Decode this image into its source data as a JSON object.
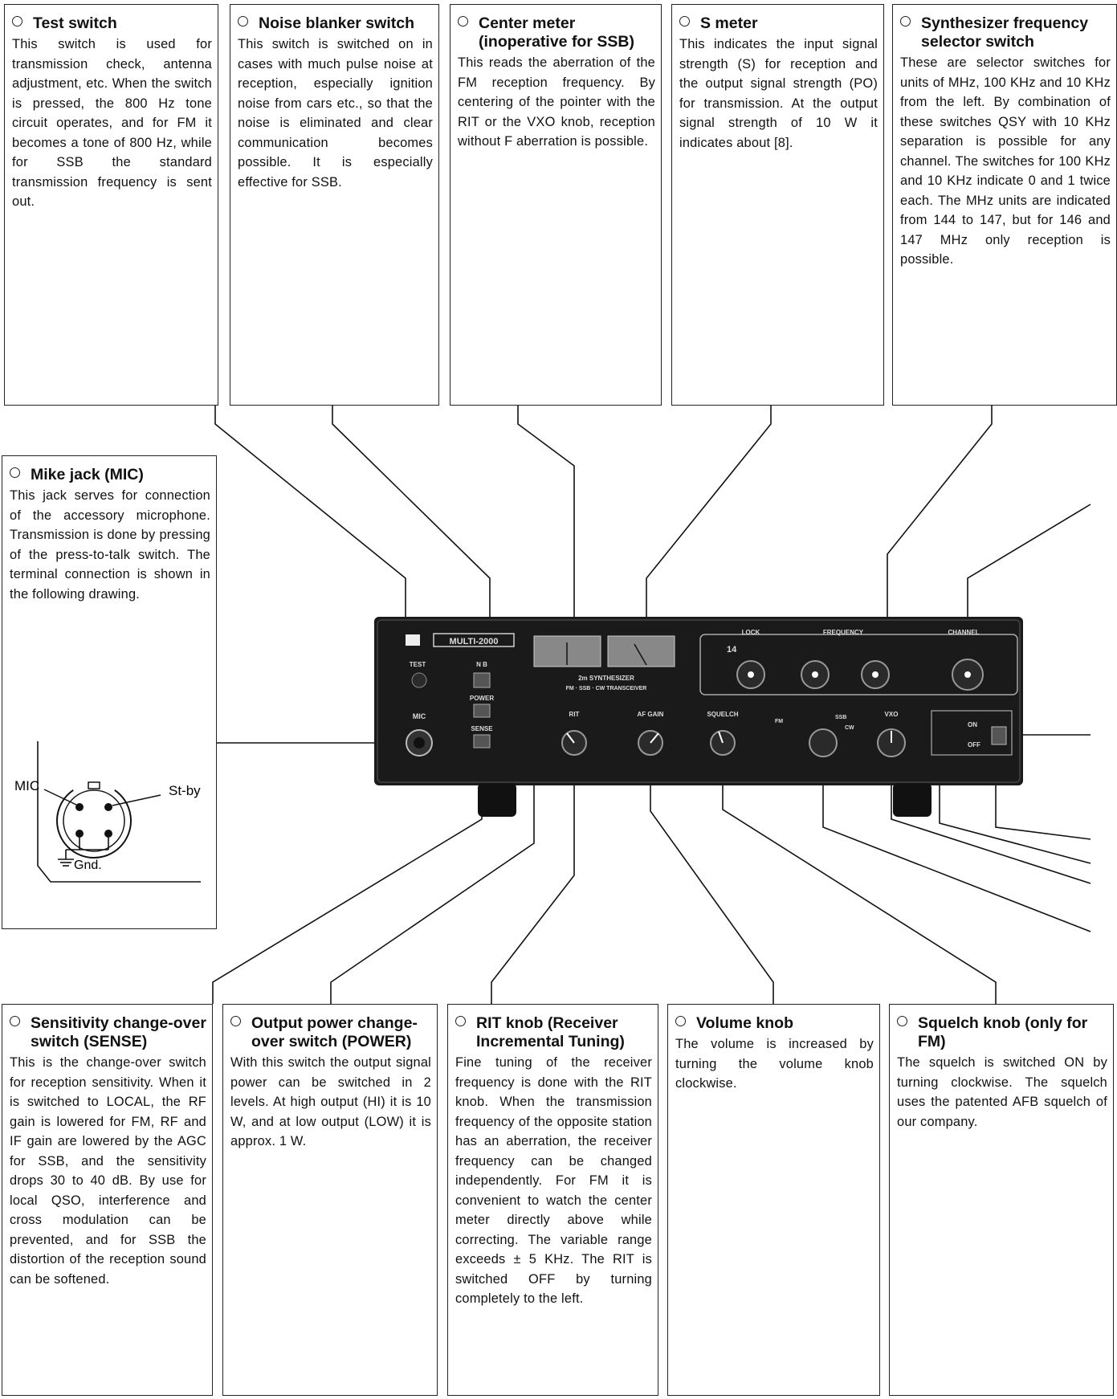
{
  "boxes": {
    "test": {
      "title": "Test switch",
      "body": "This switch is used for transmission check, antenna adjustment, etc. When the switch is pressed, the 800 Hz tone circuit operates, and for FM it becomes a tone of 800 Hz, while for SSB the standard transmission frequency is sent out."
    },
    "noise": {
      "title": "Noise blanker switch",
      "body": "This switch is switched on in cases with much pulse noise at reception, especially ignition noise from cars etc., so that the noise is eliminated and clear communication becomes possible. It is especially effective for SSB."
    },
    "center": {
      "title": "Center meter (inoperative for SSB)",
      "body": "This reads the aberration of the FM reception frequency. By centering of the pointer with the RIT or the VXO knob, reception without F aberration is possible."
    },
    "smeter": {
      "title": "S meter",
      "body": "This indicates the input signal strength (S) for reception and the output signal strength (PO) for transmission. At the output signal strength of 10 W it indicates about [8]."
    },
    "synth": {
      "title": "Synthesizer frequency selector switch",
      "body": "These are selector switches for units of MHz, 100 KHz and 10 KHz from the left. By combination of these switches QSY with 10 KHz separation is possible for any channel. The switches for 100 KHz and 10 KHz indicate 0 and 1 twice each. The MHz units are indicated from 144 to 147, but for 146 and 147 MHz only reception is possible."
    },
    "mic": {
      "title": "Mike jack (MIC)",
      "body": "This jack serves for connection of the accessory microphone. Transmission is done by pressing of the press-to-talk switch. The terminal connection is shown in the following drawing."
    },
    "sense": {
      "title": "Sensitivity change-over switch (SENSE)",
      "body": "This is the change-over switch for reception sensitivity. When it is switched to LOCAL, the RF gain is lowered for FM, RF and IF gain are lowered by the AGC for SSB, and the sensitivity drops 30 to 40 dB. By use for local QSO, interference and cross modulation can be prevented, and for SSB the distortion of the reception sound can be softened."
    },
    "power": {
      "title": "Output power change-over switch (POWER)",
      "body": "With this switch the output signal power can be switched in 2 levels. At high output (HI) it is 10 W, and at low output (LOW) it is approx. 1 W."
    },
    "rit": {
      "title": "RIT knob (Receiver Incremental Tuning)",
      "body": "Fine tuning of the receiver frequency is done with the RIT knob. When the transmission frequency of the opposite station has an aberration, the receiver frequency can be changed independently. For FM it is convenient to watch the center meter directly above while correcting. The variable range exceeds ± 5 KHz. The RIT is switched OFF by turning completely to the left."
    },
    "volume": {
      "title": "Volume knob",
      "body": "The volume is increased by turning the volume knob clockwise."
    },
    "squelch": {
      "title": "Squelch knob (only for FM)",
      "body": "The squelch is switched ON by turning clockwise. The squelch uses the patented AFB squelch of our company."
    }
  },
  "mic_diagram": {
    "mic": "MIC",
    "stby": "St-by",
    "gnd": "Gnd."
  },
  "panel": {
    "brand": "MULTI-2000",
    "test": "TEST",
    "nb": "N B",
    "power": "POWER",
    "sense": "SENSE",
    "mic": "MIC",
    "line1": "2m SYNTHESIZER",
    "line2": "FM · SSB · CW TRANSCEIVER",
    "lock": "LOCK",
    "frequency": "FREQUENCY",
    "channel": "CHANNEL",
    "rit": "RIT",
    "afgain": "AF GAIN",
    "squelch": "SQUELCH",
    "vxo": "VXO",
    "freq_display": "14",
    "on": "ON",
    "off": "OFF",
    "fm": "FM",
    "ssb": "SSB",
    "cw": "CW"
  }
}
